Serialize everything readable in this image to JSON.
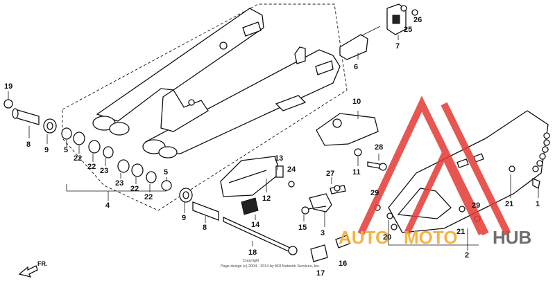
{
  "callouts": {
    "p1": "1",
    "p2": "2",
    "p3": "3",
    "p4": "4",
    "p5a": "5",
    "p5b": "5",
    "p6": "6",
    "p7": "7",
    "p8a": "8",
    "p8b": "8",
    "p9a": "9",
    "p9b": "9",
    "p10": "10",
    "p11": "11",
    "p12": "12",
    "p13": "13",
    "p14": "14",
    "p15": "15",
    "p16": "16",
    "p17": "17",
    "p18": "18",
    "p19": "19",
    "p20": "20",
    "p21a": "21",
    "p21b": "21",
    "p22a": "22",
    "p22b": "22",
    "p22c": "22",
    "p22d": "22",
    "p23a": "23",
    "p23b": "23",
    "p24": "24",
    "p25": "25",
    "p26": "26",
    "p27": "27",
    "p28": "28",
    "p29a": "29",
    "p29b": "29"
  },
  "direction_label": "FR.",
  "copyright": {
    "line1": "Copyright",
    "line2": "Page design (c) 2004 - 2014 by ARI Network Services, Inc."
  },
  "watermark": {
    "part1": "AUTO",
    "part2": "MOTO",
    "part3": "HUB"
  },
  "colors": {
    "watermark_red": "#e53935",
    "watermark_orange": "#f5a623",
    "watermark_gray": "#555555",
    "line": "#111111"
  }
}
